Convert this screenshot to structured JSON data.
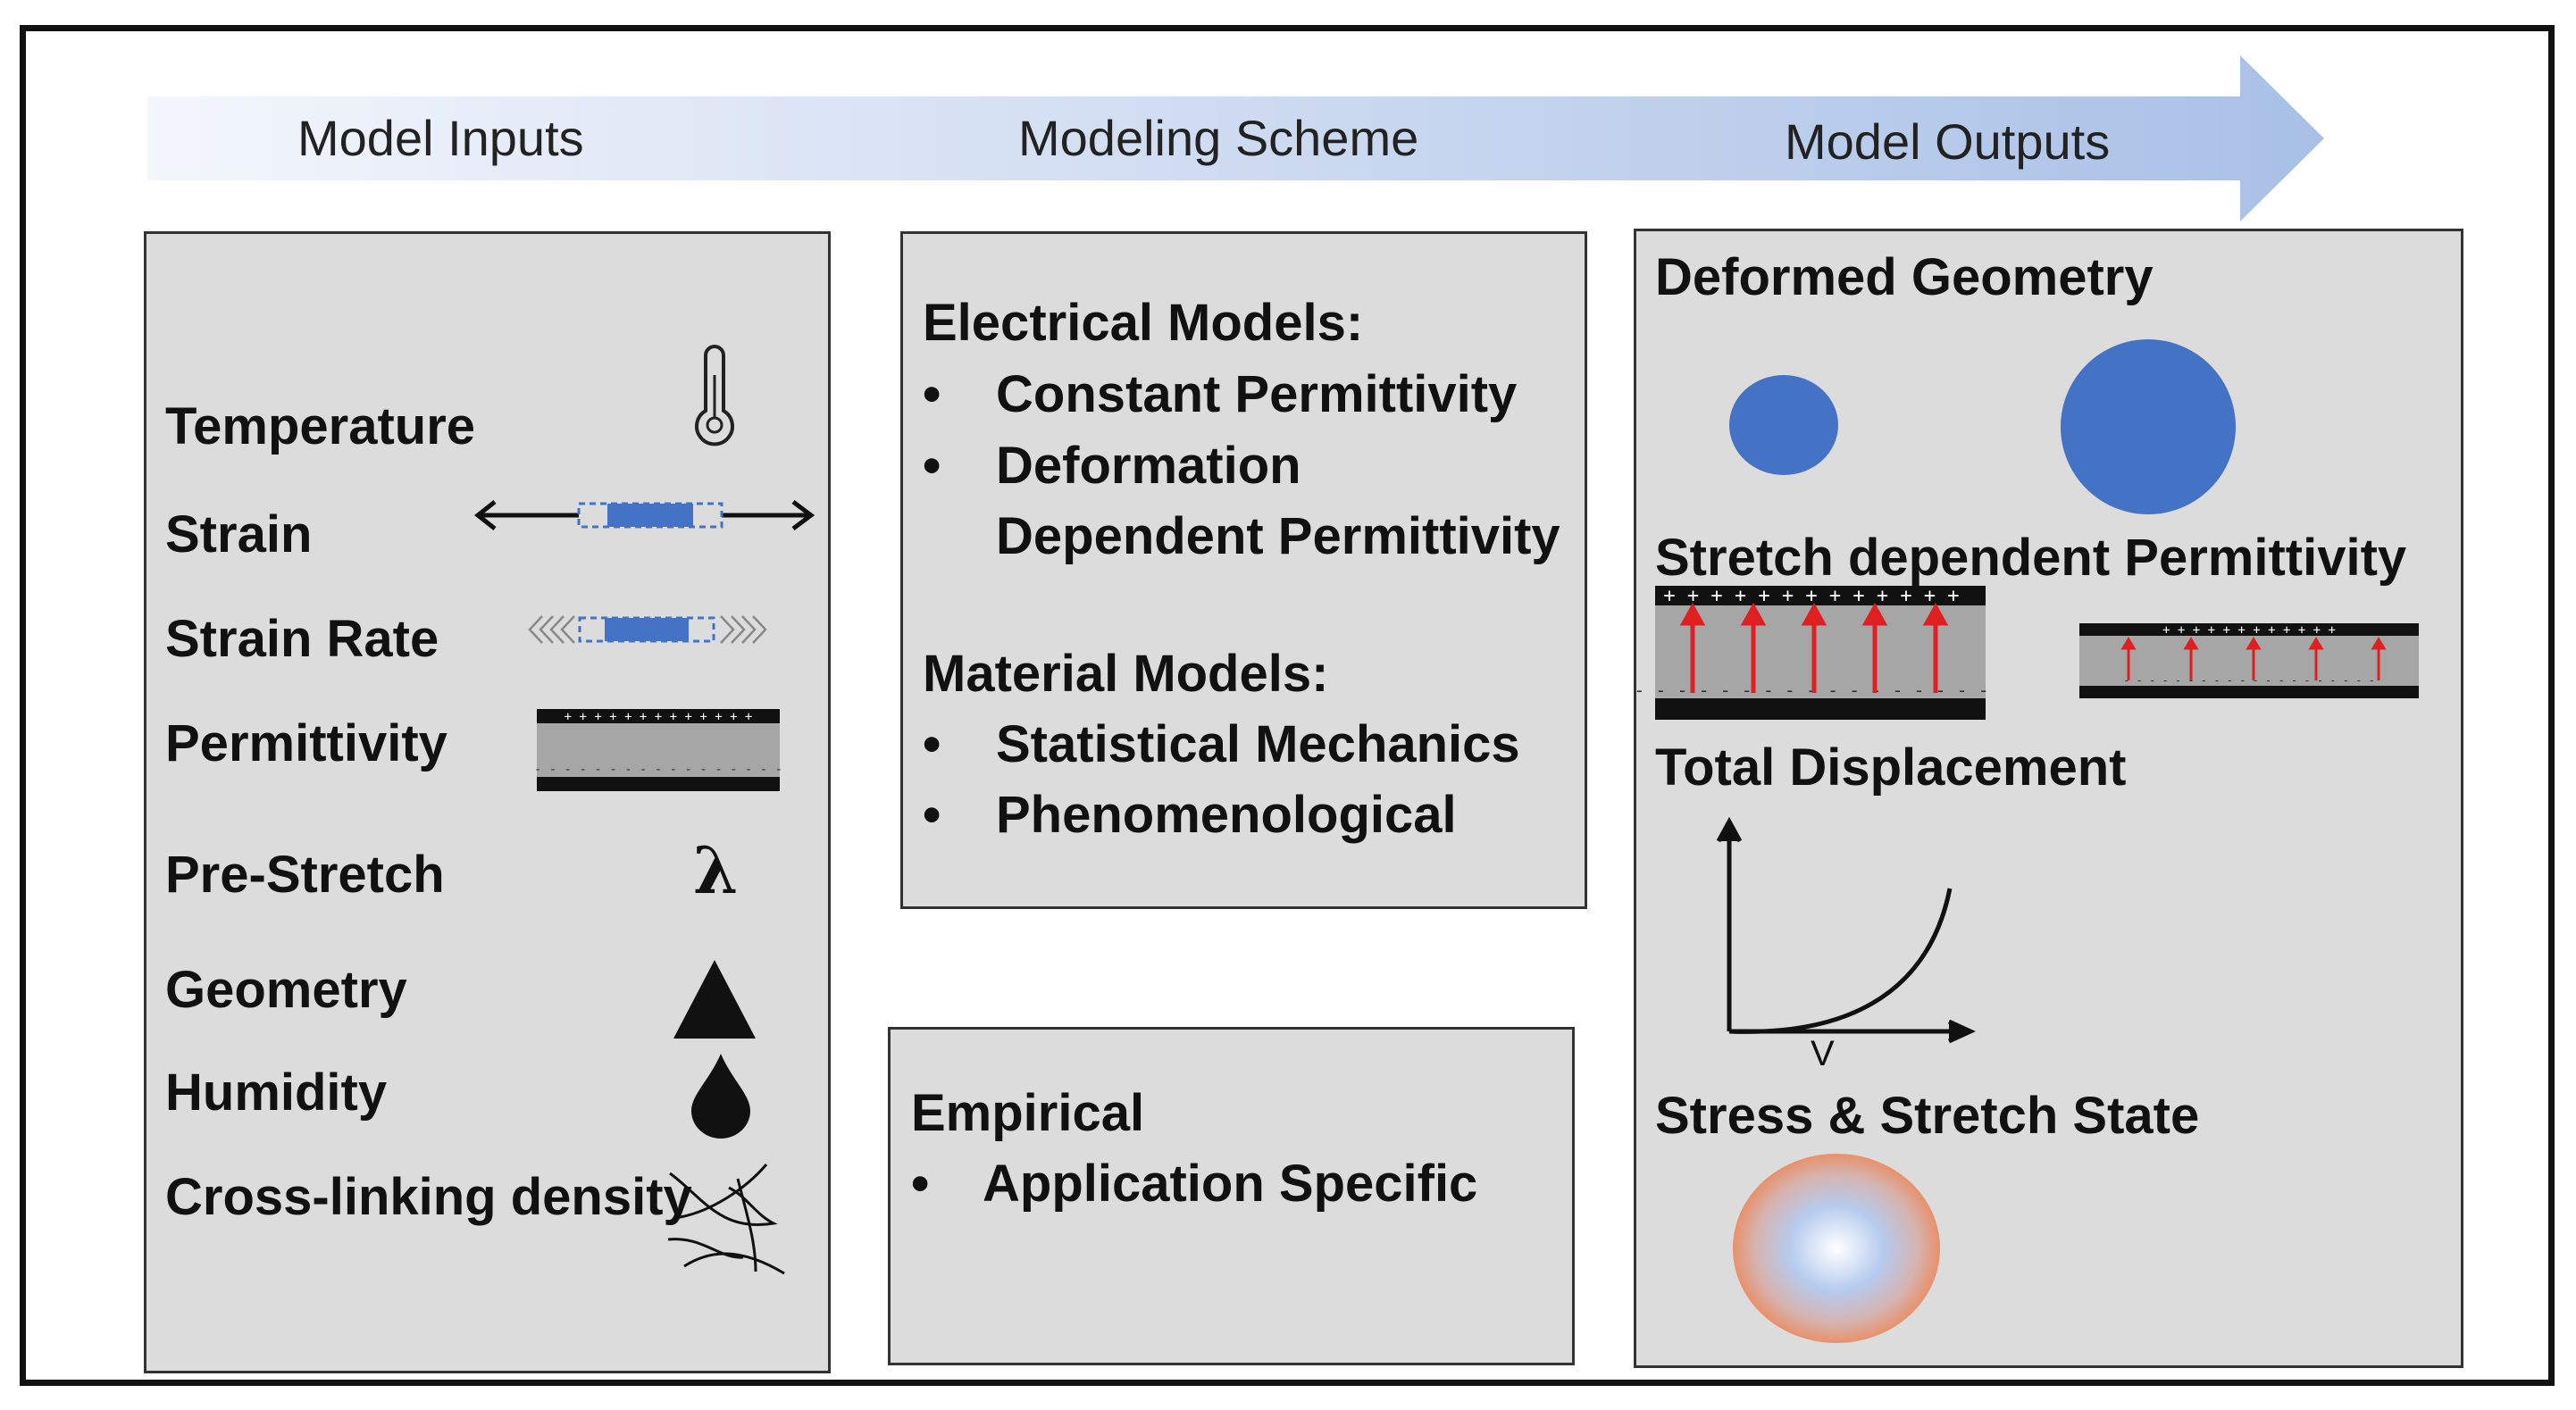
{
  "headers": {
    "inputs": "Model Inputs",
    "scheme": "Modeling Scheme",
    "outputs": "Model Outputs"
  },
  "inputs": {
    "items": [
      {
        "label": "Temperature",
        "icon": "thermometer-icon"
      },
      {
        "label": "Strain",
        "icon": "strain-icon"
      },
      {
        "label": "Strain Rate",
        "icon": "strain-rate-icon"
      },
      {
        "label": "Permittivity",
        "icon": "capacitor-icon"
      },
      {
        "label": "Pre-Stretch",
        "icon": "lambda-icon"
      },
      {
        "label": "Geometry",
        "icon": "triangle-icon"
      },
      {
        "label": "Humidity",
        "icon": "droplet-icon"
      },
      {
        "label": "Cross-linking density",
        "icon": "crosslink-icon"
      }
    ],
    "lambda_symbol": "λ"
  },
  "scheme": {
    "electrical_title": "Electrical Models:",
    "electrical_items": [
      "Constant Permittivity",
      "Deformation",
      "Dependent Permittivity"
    ],
    "material_title": "Material Models:",
    "material_items": [
      "Statistical Mechanics",
      "Phenomenological"
    ],
    "empirical_title": "Empirical",
    "empirical_items": [
      "Application Specific"
    ],
    "bullet": "•"
  },
  "outputs": {
    "deformed_geometry": "Deformed Geometry",
    "stretch_permittivity": "Stretch dependent Permittivity",
    "total_displacement": "Total Displacement",
    "graph_x_label": "V",
    "stress_state": "Stress & Stretch State"
  },
  "colors": {
    "arrow_start": "#f3f6fc",
    "arrow_end": "#a9c0e6",
    "panel_bg": "#dcdcdc",
    "blue": "#4472c4",
    "field_arrow": "#e02020",
    "glow_outer": "#e8916b",
    "glow_inner": "#ffffff"
  }
}
